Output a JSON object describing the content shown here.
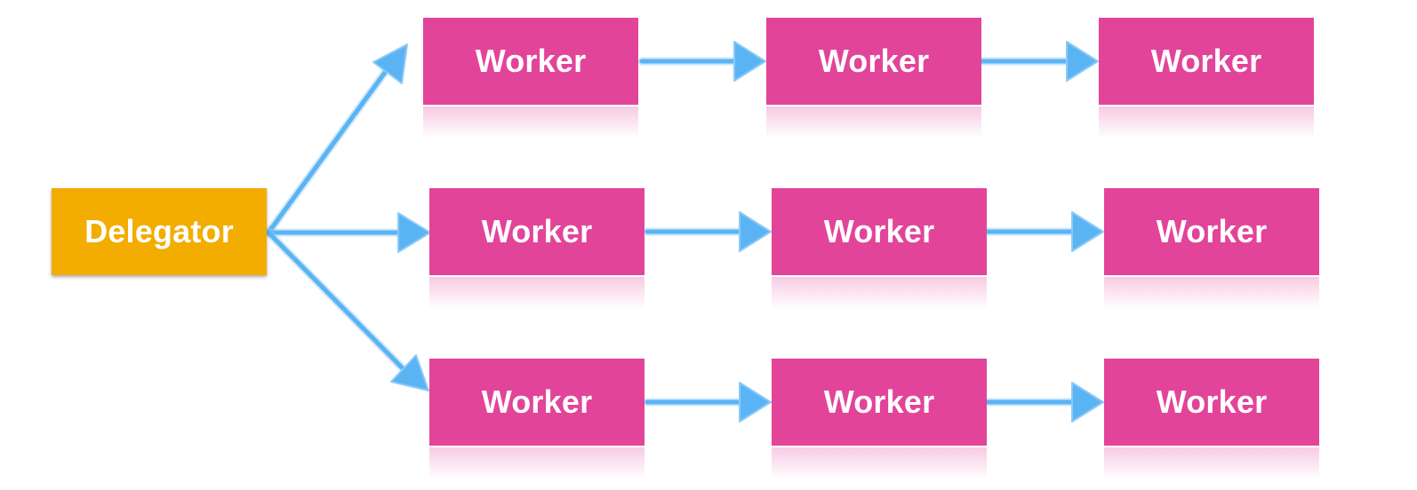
{
  "diagram": {
    "delegator_label": "Delegator",
    "worker_label": "Worker",
    "rows": [
      {
        "workers": [
          "Worker",
          "Worker",
          "Worker"
        ]
      },
      {
        "workers": [
          "Worker",
          "Worker",
          "Worker"
        ]
      },
      {
        "workers": [
          "Worker",
          "Worker",
          "Worker"
        ]
      }
    ]
  },
  "colors": {
    "delegator": "#f2ad00",
    "worker": "#e2449a",
    "arrow": "#5ab4f4",
    "text": "#ffffff"
  }
}
